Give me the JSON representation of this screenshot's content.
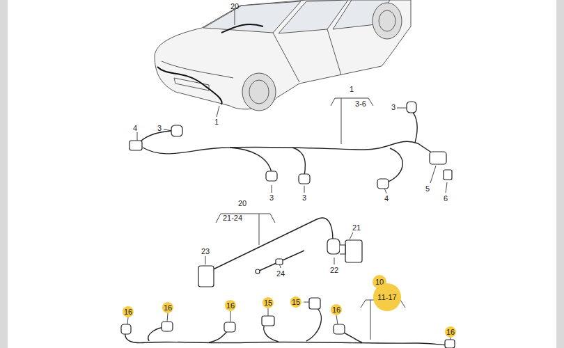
{
  "diagram": {
    "labels": [
      "20",
      "1",
      "1",
      "3-6",
      "4",
      "3",
      "3",
      "3",
      "3",
      "4",
      "5",
      "6",
      "20",
      "21-24",
      "21",
      "23",
      "22",
      "24",
      "10",
      "11-17",
      "16",
      "16",
      "16",
      "15",
      "15",
      "16",
      "16"
    ]
  }
}
